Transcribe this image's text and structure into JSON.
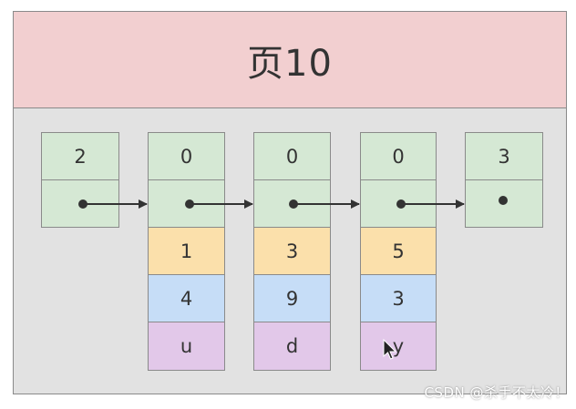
{
  "page": {
    "title": "页10"
  },
  "records": [
    {
      "name": "record-infimum",
      "header": "2",
      "fields": []
    },
    {
      "name": "record-1",
      "header": "0",
      "fields": [
        {
          "value": "1",
          "color": "#fbe0ab"
        },
        {
          "value": "4",
          "color": "#c6ddf7"
        },
        {
          "value": "u",
          "color": "#e2c8e9"
        }
      ]
    },
    {
      "name": "record-2",
      "header": "0",
      "fields": [
        {
          "value": "3",
          "color": "#fbe0ab"
        },
        {
          "value": "9",
          "color": "#c6ddf7"
        },
        {
          "value": "d",
          "color": "#e2c8e9"
        }
      ]
    },
    {
      "name": "record-3",
      "header": "0",
      "fields": [
        {
          "value": "5",
          "color": "#fbe0ab"
        },
        {
          "value": "3",
          "color": "#c6ddf7"
        },
        {
          "value": "y",
          "color": "#e2c8e9"
        }
      ]
    },
    {
      "name": "record-supremum",
      "header": "3",
      "fields": []
    }
  ],
  "watermark": "CSDN @杀手不太冷！",
  "colors": {
    "header_bg": "#f2cfd0",
    "body_bg": "#e2e2e2",
    "record_header": "#d5e8d4",
    "arrow": "#333333"
  }
}
